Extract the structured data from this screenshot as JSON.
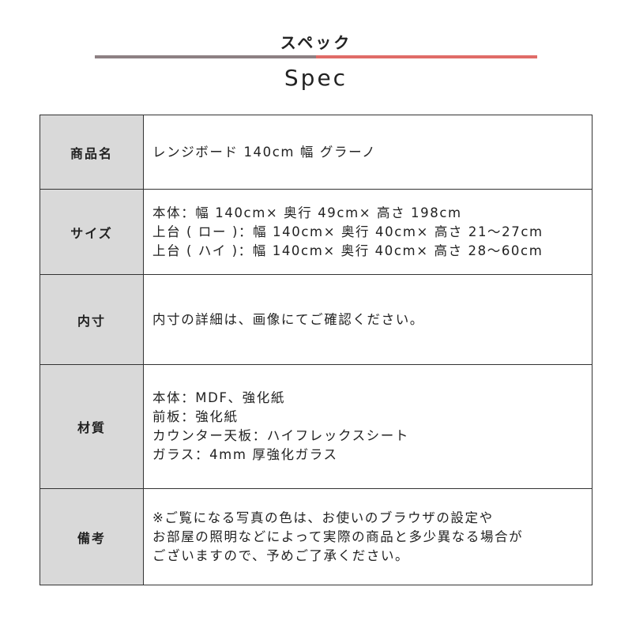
{
  "header": {
    "kicker": "スペック",
    "title": "Spec",
    "bar_colors": {
      "left": "#8d8083",
      "right": "#e06c68"
    }
  },
  "colors": {
    "label_bg": "#d9d9d9",
    "border": "#333333"
  },
  "rows": [
    {
      "label": "商品名",
      "lines": [
        "レンジボード 140cm 幅 グラーノ"
      ]
    },
    {
      "label": "サイズ",
      "lines": [
        "本体：幅 140cm× 奥行 49cm× 高さ 198cm",
        "上台 ( ロー )：幅 140cm× 奥行 40cm× 高さ 21〜27cm",
        "上台 ( ハイ )：幅 140cm× 奥行 40cm× 高さ 28〜60cm"
      ]
    },
    {
      "label": "内寸",
      "lines": [
        "内寸の詳細は、画像にてご確認ください。"
      ]
    },
    {
      "label": "材質",
      "lines": [
        "本体：MDF、強化紙",
        "前板：強化紙",
        "カウンター天板：ハイフレックスシート",
        "ガラス：4mm 厚強化ガラス"
      ]
    },
    {
      "label": "備考",
      "lines": [
        "※ご覧になる写真の色は、お使いのブラウザの設定や",
        "お部屋の照明などによって実際の商品と多少異なる場合が",
        "ございますので、予めご了承ください。"
      ]
    }
  ]
}
